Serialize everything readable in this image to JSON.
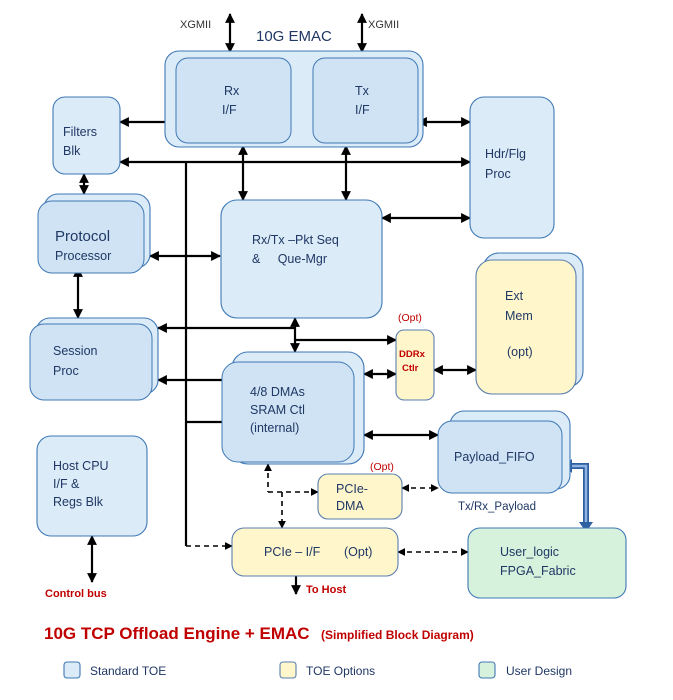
{
  "blocks": {
    "emac": "10G EMAC",
    "rx": [
      "Rx",
      "I/F"
    ],
    "tx": [
      "Tx",
      "I/F"
    ],
    "filters": [
      "Filters",
      "Blk"
    ],
    "hdr": [
      "Hdr/Flg",
      "Proc"
    ],
    "protocol": [
      "Protocol",
      "Processor"
    ],
    "pktseq": [
      "Rx/Tx –Pkt Seq",
      "&     Que-Mgr"
    ],
    "extmem": [
      "Ext",
      "Mem",
      "(opt)"
    ],
    "session": [
      "Session",
      "Proc"
    ],
    "ddrx": [
      "DDRx",
      "Ctlr"
    ],
    "ddrx_opt": "(Opt)",
    "dmas": [
      "4/8 DMAs",
      "SRAM Ctl",
      "(internal)"
    ],
    "payload_fifo": "Payload_FIFO",
    "host_cpu": [
      "Host CPU",
      "I/F  &",
      "Regs Blk"
    ],
    "pcie_dma": [
      "PCIe-",
      "DMA"
    ],
    "pcie_dma_opt": "(Opt)",
    "pcie_if": "PCIe – I/F",
    "pcie_if_opt": "(Opt)",
    "user_logic": [
      "User_logic",
      "FPGA_Fabric"
    ]
  },
  "labels": {
    "xgmii_left": "XGMII",
    "xgmii_right": "XGMII",
    "tx_rx_payload": "Tx/Rx_Payload",
    "control_bus": "Control bus",
    "to_host": "To Host"
  },
  "title": {
    "main": "10G TCP Offload Engine + EMAC",
    "sub": "(Simplified Block Diagram)"
  },
  "legend": [
    {
      "label": "Standard TOE",
      "color": "#dcebf8"
    },
    {
      "label": "TOE Options",
      "color": "#fff6cc"
    },
    {
      "label": "User Design",
      "color": "#d6f2dc"
    }
  ]
}
